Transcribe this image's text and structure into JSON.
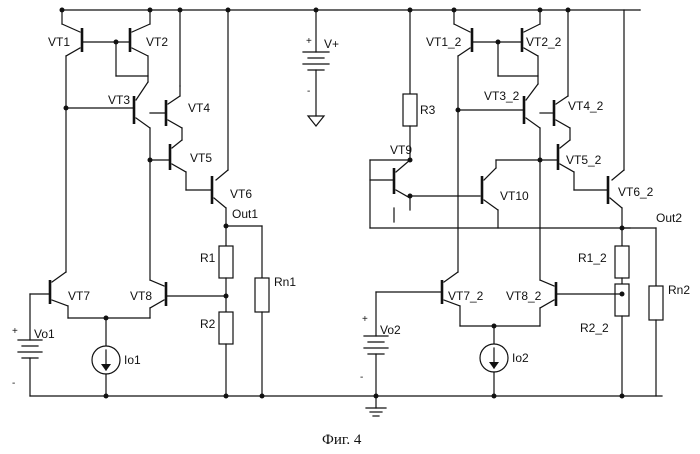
{
  "figure": {
    "caption": "Фиг. 4",
    "left_circuit": {
      "transistors": [
        "VT1",
        "VT2",
        "VT3",
        "VT4",
        "VT5",
        "VT6",
        "VT7",
        "VT8"
      ],
      "resistors": [
        "R1",
        "R2",
        "Rn1"
      ],
      "source_voltage": "Vo1",
      "current_source": "Io1",
      "output": "Out1"
    },
    "right_circuit": {
      "transistors": [
        "VT1_2",
        "VT2_2",
        "VT3_2",
        "VT4_2",
        "VT5_2",
        "VT6_2",
        "VT7_2",
        "VT8_2",
        "VT9",
        "VT10"
      ],
      "resistors": [
        "R3",
        "R1_2",
        "R2_2",
        "Rn2"
      ],
      "source_voltage": "Vo2",
      "current_source": "Io2",
      "output": "Out2"
    },
    "supply": {
      "label": "V+",
      "plus": "+",
      "minus": "-"
    },
    "source_plus": "+",
    "source_minus": "-"
  }
}
